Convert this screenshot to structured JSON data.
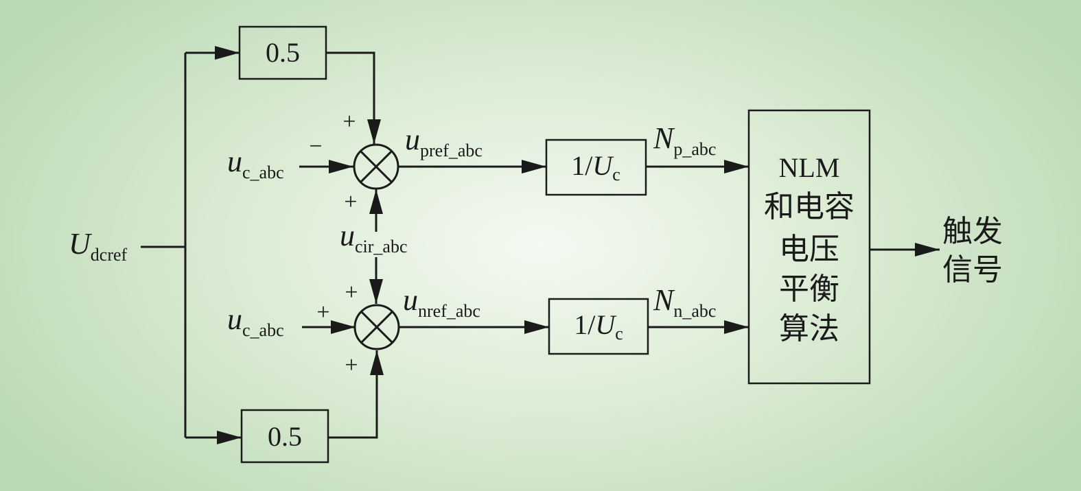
{
  "blocks": {
    "gain_top": "0.5",
    "gain_bottom": "0.5",
    "recip_top": {
      "num": "1/",
      "sym": "U",
      "sub": "c"
    },
    "recip_bottom": {
      "num": "1/",
      "sym": "U",
      "sub": "c"
    },
    "nlm_lines": [
      "NLM",
      "和电容",
      "电压",
      "平衡",
      "算法"
    ]
  },
  "signals": {
    "u_dcref": {
      "sym": "U",
      "sub": "dcref"
    },
    "u_c_abc_top": {
      "sym": "u",
      "sub": "c_abc"
    },
    "u_c_abc_bottom": {
      "sym": "u",
      "sub": "c_abc"
    },
    "u_cir_abc": {
      "sym": "u",
      "sub": "cir_abc"
    },
    "u_pref_abc": {
      "sym": "u",
      "sub": "pref_abc"
    },
    "u_nref_abc": {
      "sym": "u",
      "sub": "nref_abc"
    },
    "n_p_abc": {
      "sym": "N",
      "sub": "p_abc"
    },
    "n_n_abc": {
      "sym": "N",
      "sub": "n_abc"
    }
  },
  "signs": {
    "top_sum_top": "+",
    "top_sum_left": "−",
    "top_sum_bottom": "+",
    "bottom_sum_top": "+",
    "bottom_sum_left": "+",
    "bottom_sum_bottom": "+"
  },
  "output": {
    "line1": "触发",
    "line2": "信号"
  }
}
